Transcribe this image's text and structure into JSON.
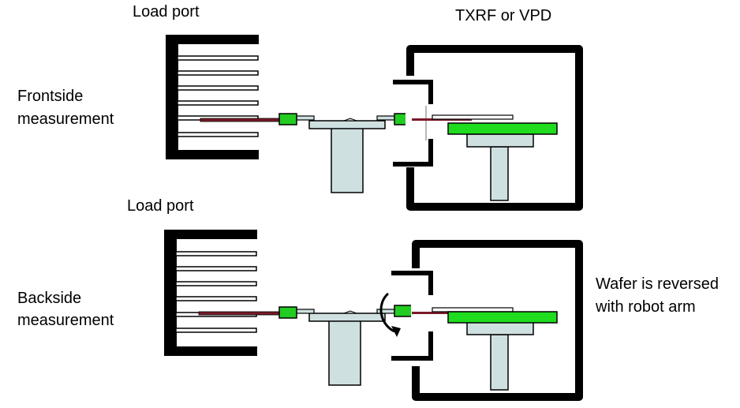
{
  "top_section": {
    "load_port_label": "Load port",
    "instrument_label": "TXRF or VPD",
    "mode_label_line1": "Frontside",
    "mode_label_line2": "measurement"
  },
  "bottom_section": {
    "load_port_label": "Load port",
    "mode_label_line1": "Backside",
    "mode_label_line2": "measurement",
    "note_line1": "Wafer is reversed",
    "note_line2": "with robot arm"
  },
  "colors": {
    "frame": "#000000",
    "wafer": "#7a1a2a",
    "gripper": "#22cc22",
    "stage": "#1fdc1f",
    "robot_metal": "#cfe0e0",
    "slot": "#ffffff"
  },
  "icons": {
    "rotation": "curved-arrow-icon"
  }
}
